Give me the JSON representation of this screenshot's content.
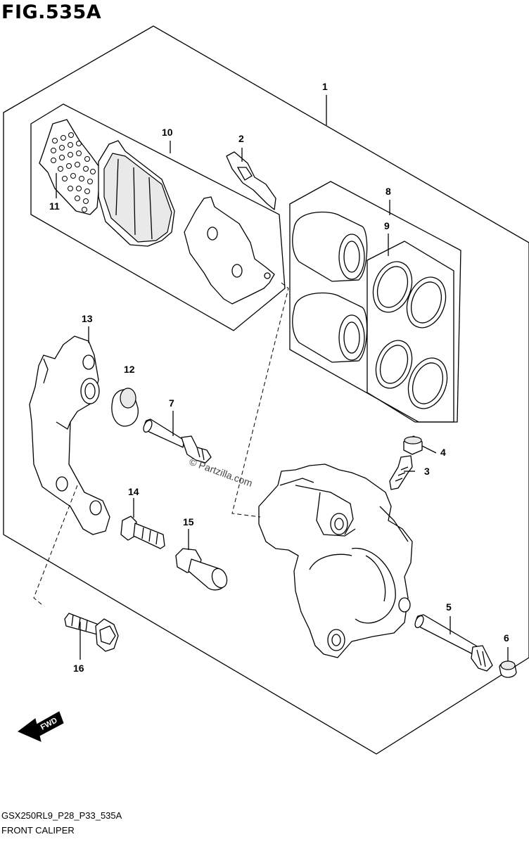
{
  "figure": {
    "title": "FIG.535A",
    "model_code": "GSX250RL9_P28_P33_535A",
    "section_name": "FRONT CALIPER",
    "watermark": "© Partzilla.com",
    "direction_label": "FWD"
  },
  "callouts": [
    {
      "id": "c1",
      "label": "1"
    },
    {
      "id": "c2",
      "label": "2"
    },
    {
      "id": "c3",
      "label": "3"
    },
    {
      "id": "c4",
      "label": "4"
    },
    {
      "id": "c5",
      "label": "5"
    },
    {
      "id": "c6",
      "label": "6"
    },
    {
      "id": "c7",
      "label": "7"
    },
    {
      "id": "c8",
      "label": "8"
    },
    {
      "id": "c9",
      "label": "9"
    },
    {
      "id": "c10",
      "label": "10"
    },
    {
      "id": "c11",
      "label": "11"
    },
    {
      "id": "c12",
      "label": "12"
    },
    {
      "id": "c13",
      "label": "13"
    },
    {
      "id": "c14",
      "label": "14"
    },
    {
      "id": "c15",
      "label": "15"
    },
    {
      "id": "c16",
      "label": "16"
    }
  ]
}
